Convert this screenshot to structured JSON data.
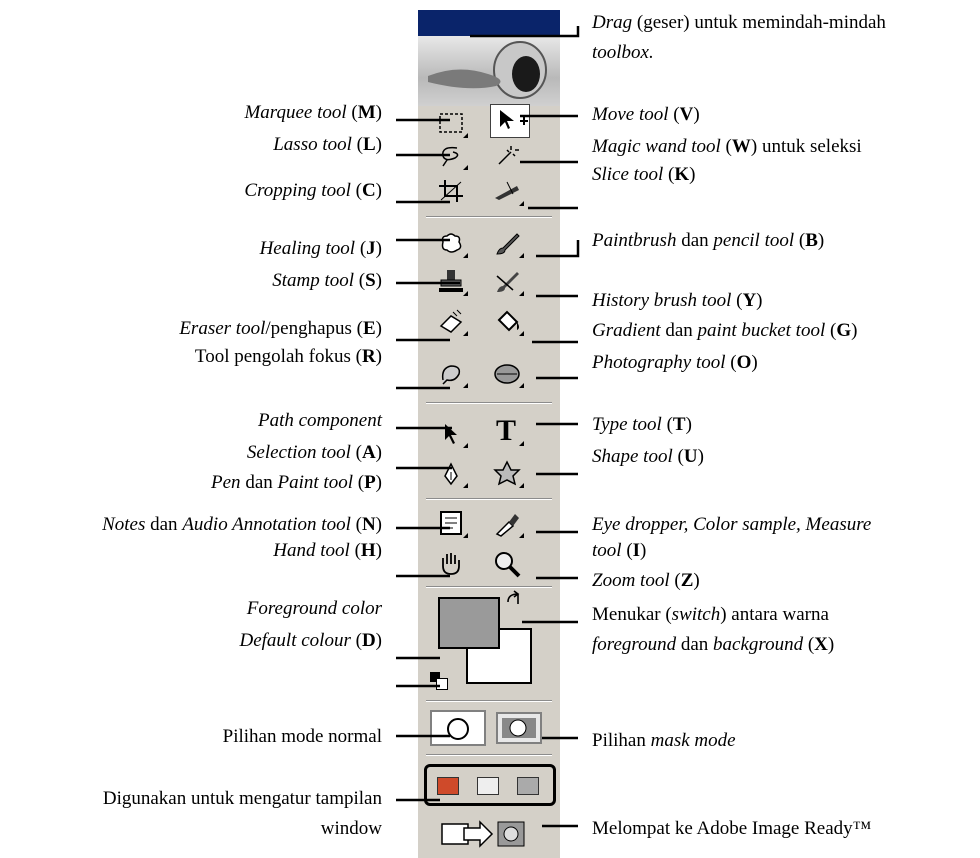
{
  "labels": {
    "drag_title": "Drag",
    "drag_text": " (geser) untuk memindah-mindah",
    "drag_text2": "toolbox.",
    "marquee": "Marquee tool",
    "marquee_key": "M",
    "lasso": "Lasso tool",
    "lasso_key": "L",
    "crop": "Cropping tool",
    "crop_key": "C",
    "healing": "Healing tool",
    "healing_key": "J",
    "stamp": "Stamp tool",
    "stamp_key": "S",
    "eraser": "Eraser tool",
    "eraser_rest": "/penghapus",
    "eraser_key": "E",
    "focus": "Tool pengolah fokus",
    "focus_key": "R",
    "path_component": "Path component",
    "selection": "Selection tool",
    "selection_key": "A",
    "pen": "Pen",
    "pen_dan": " dan ",
    "paint": "Paint tool",
    "pen_key": "P",
    "notes": "Notes",
    "notes_dan": " dan ",
    "audio": "Audio Annotation tool",
    "notes_key": "N",
    "hand": "Hand tool",
    "hand_key": "H",
    "fg_color": "Foreground color",
    "default_colour": "Default colour",
    "default_key": "D",
    "mode_normal": "Pilihan mode normal",
    "window_1": "Digunakan untuk mengatur tampilan",
    "window_2": "window",
    "move": "Move tool",
    "move_key": "V",
    "magic": "Magic wand tool",
    "magic_key": "W",
    "magic_rest": " untuk seleksi",
    "slice": "Slice tool",
    "slice_key": "K",
    "paintbrush": "Paintbrush",
    "pb_dan": " dan ",
    "pencil": "pencil tool",
    "pb_key": "B",
    "history": "History brush tool",
    "history_key": "Y",
    "gradient": "Gradient",
    "gr_dan": " dan ",
    "bucket": "paint bucket tool",
    "gr_key": "G",
    "photo": "Photography tool",
    "photo_key": "O",
    "type": "Type tool",
    "type_key": "T",
    "shape": "Shape tool",
    "shape_key": "U",
    "eyedrop": "Eye dropper, Color sample, Measure",
    "eyedrop_tool": "tool",
    "eyedrop_key": "I",
    "zoom": "Zoom tool",
    "zoom_key": "Z",
    "switch_1": "Menukar (",
    "switch_it": "switch",
    "switch_2": ") antara warna",
    "fg_word": "foreground",
    "sw_dan": " dan ",
    "bg_word": "background",
    "switch_key": "X",
    "mask_pre": "Pilihan ",
    "mask_it": "mask mode",
    "imageready": "Melompat ke Adobe Image Ready™"
  },
  "icons": [
    "marquee-icon",
    "move-icon",
    "lasso-icon",
    "magic-wand-icon",
    "crop-icon",
    "slice-icon",
    "healing-icon",
    "paintbrush-icon",
    "stamp-icon",
    "history-brush-icon",
    "eraser-icon",
    "paint-bucket-icon",
    "blur-icon",
    "dodge-icon",
    "path-select-icon",
    "type-icon",
    "pen-icon",
    "shape-icon",
    "notes-icon",
    "eyedropper-icon",
    "hand-icon",
    "zoom-icon"
  ],
  "colors": {
    "titlebar": "#0a246a",
    "panel": "#d4d0c8",
    "foreground": "#9a9a9a",
    "background": "#ffffff"
  },
  "tool_glyphs": {
    "type": "T"
  }
}
